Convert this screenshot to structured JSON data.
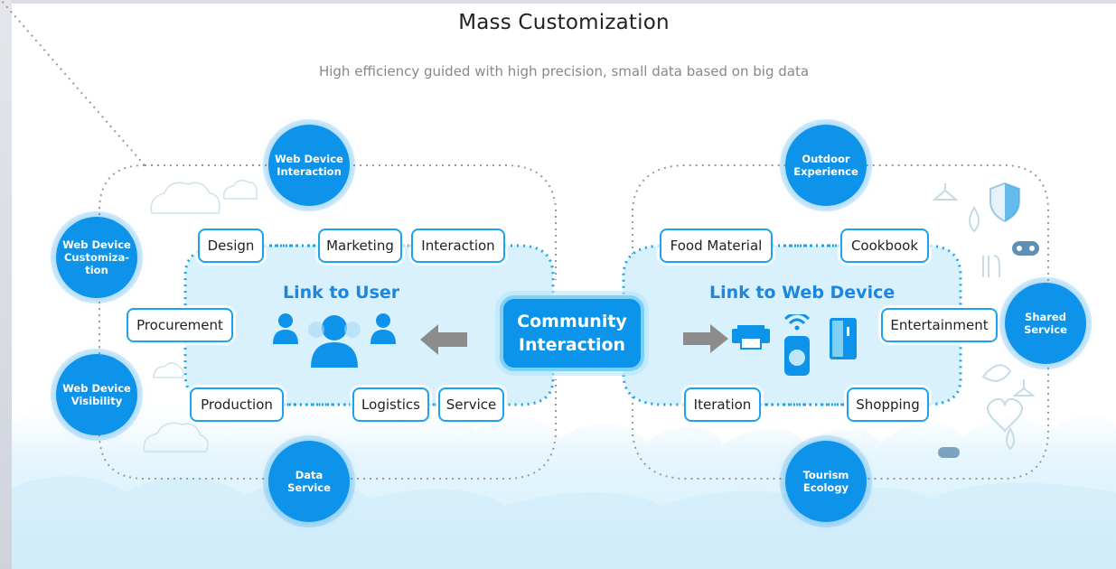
{
  "title": "Mass Customization",
  "subtitle": "High efficiency guided with high precision, small data based on big data",
  "center": "Community\nInteraction",
  "left_panel": {
    "label": "Link to User",
    "nodes": [
      "Design",
      "Marketing",
      "Interaction",
      "Procurement",
      "Production",
      "Logistics",
      "Service"
    ]
  },
  "right_panel": {
    "label": "Link to Web Device",
    "nodes": [
      "Food Material",
      "Cookbook",
      "Entertainment",
      "Iteration",
      "Shopping"
    ]
  },
  "circles": {
    "web_device_interaction": "Web Device\nInteraction",
    "web_device_customization": "Web Device\nCustomiza-\ntion",
    "web_device_visibility": "Web Device\nVisibility",
    "data_service": "Data\nService",
    "outdoor_experience": "Outdoor\nExperience",
    "shared_service": "Shared\nService",
    "tourism_ecology": "Tourism\nEcology"
  },
  "icons": [
    "user-group-icon",
    "arrow-left-icon",
    "arrow-right-icon",
    "printer-icon",
    "smart-speaker-icon",
    "fridge-icon",
    "cloud-icon",
    "shield-icon",
    "water-drop-icon",
    "gamepad-icon",
    "fork-knife-icon",
    "heart-icon",
    "leaf-icon",
    "hanger-icon"
  ],
  "colors": {
    "accent": "#0e93ea",
    "panel_fill": "#d9f1fc",
    "node_border": "#1ca3ec",
    "label": "#1a86e0",
    "arrow": "#8c8c8c"
  }
}
